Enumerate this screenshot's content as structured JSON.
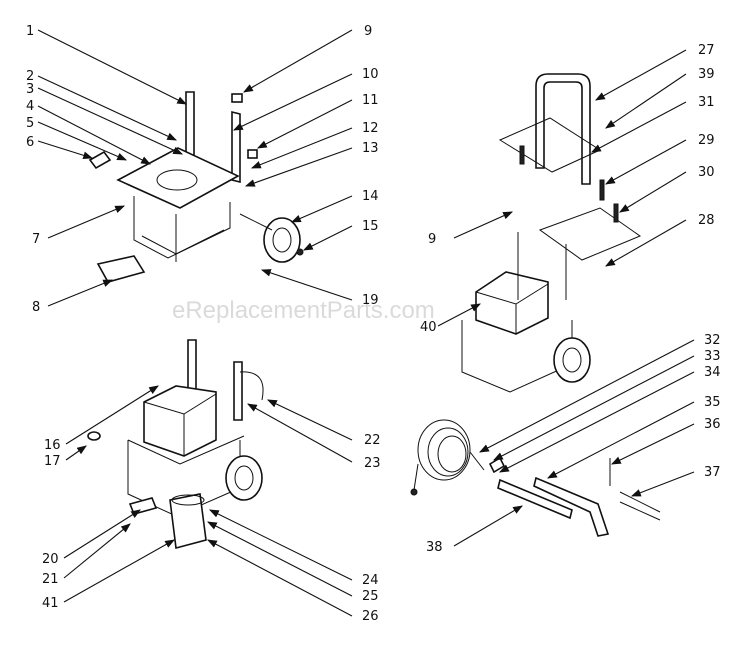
{
  "watermark": "eReplacementParts.com",
  "callouts": [
    "1",
    "2",
    "3",
    "4",
    "5",
    "6",
    "7",
    "8",
    "9",
    "10",
    "11",
    "12",
    "13",
    "14",
    "15",
    "19",
    "27",
    "39",
    "31",
    "29",
    "30",
    "9",
    "28",
    "40",
    "16",
    "17",
    "22",
    "23",
    "20",
    "21",
    "41",
    "24",
    "25",
    "26",
    "32",
    "33",
    "34",
    "35",
    "36",
    "37",
    "38"
  ]
}
